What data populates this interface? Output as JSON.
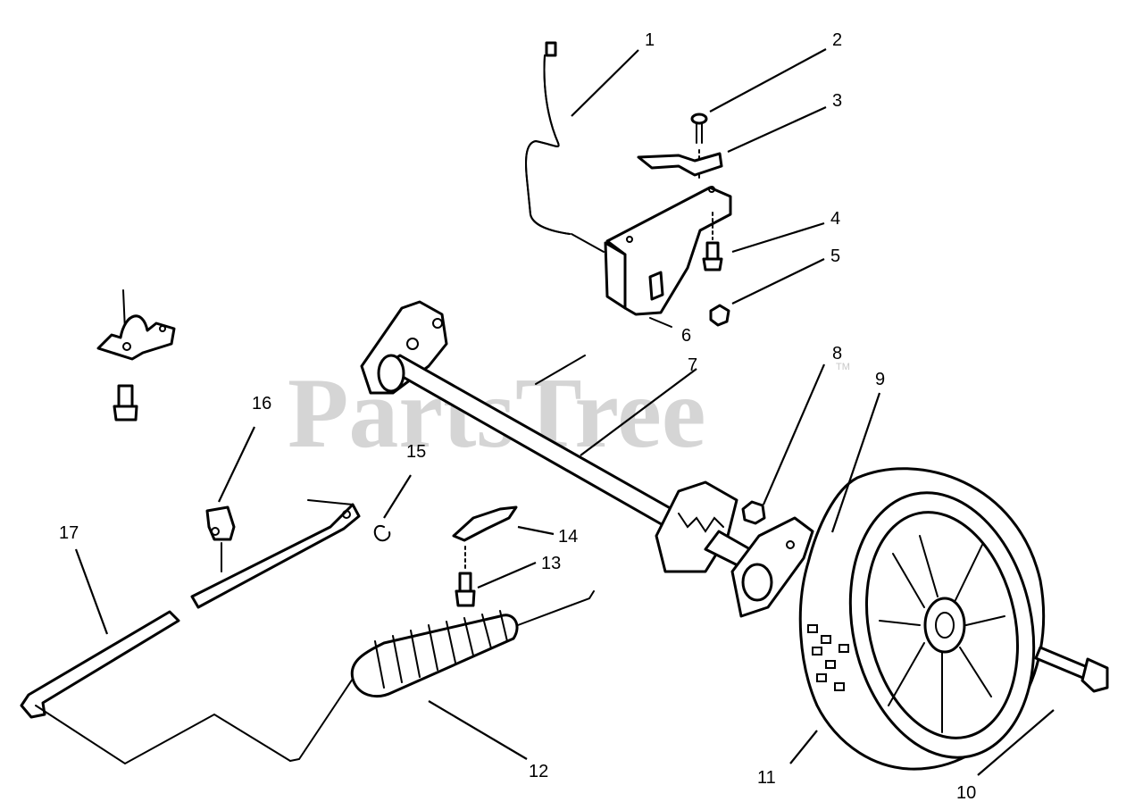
{
  "watermark": {
    "text": "PartsTree",
    "mark": "TM"
  },
  "callouts": [
    {
      "n": "1"
    },
    {
      "n": "2"
    },
    {
      "n": "3"
    },
    {
      "n": "4"
    },
    {
      "n": "5"
    },
    {
      "n": "6"
    },
    {
      "n": "7"
    },
    {
      "n": "8"
    },
    {
      "n": "9"
    },
    {
      "n": "10"
    },
    {
      "n": "11"
    },
    {
      "n": "12"
    },
    {
      "n": "13"
    },
    {
      "n": "14"
    },
    {
      "n": "15"
    },
    {
      "n": "16"
    },
    {
      "n": "17"
    }
  ]
}
